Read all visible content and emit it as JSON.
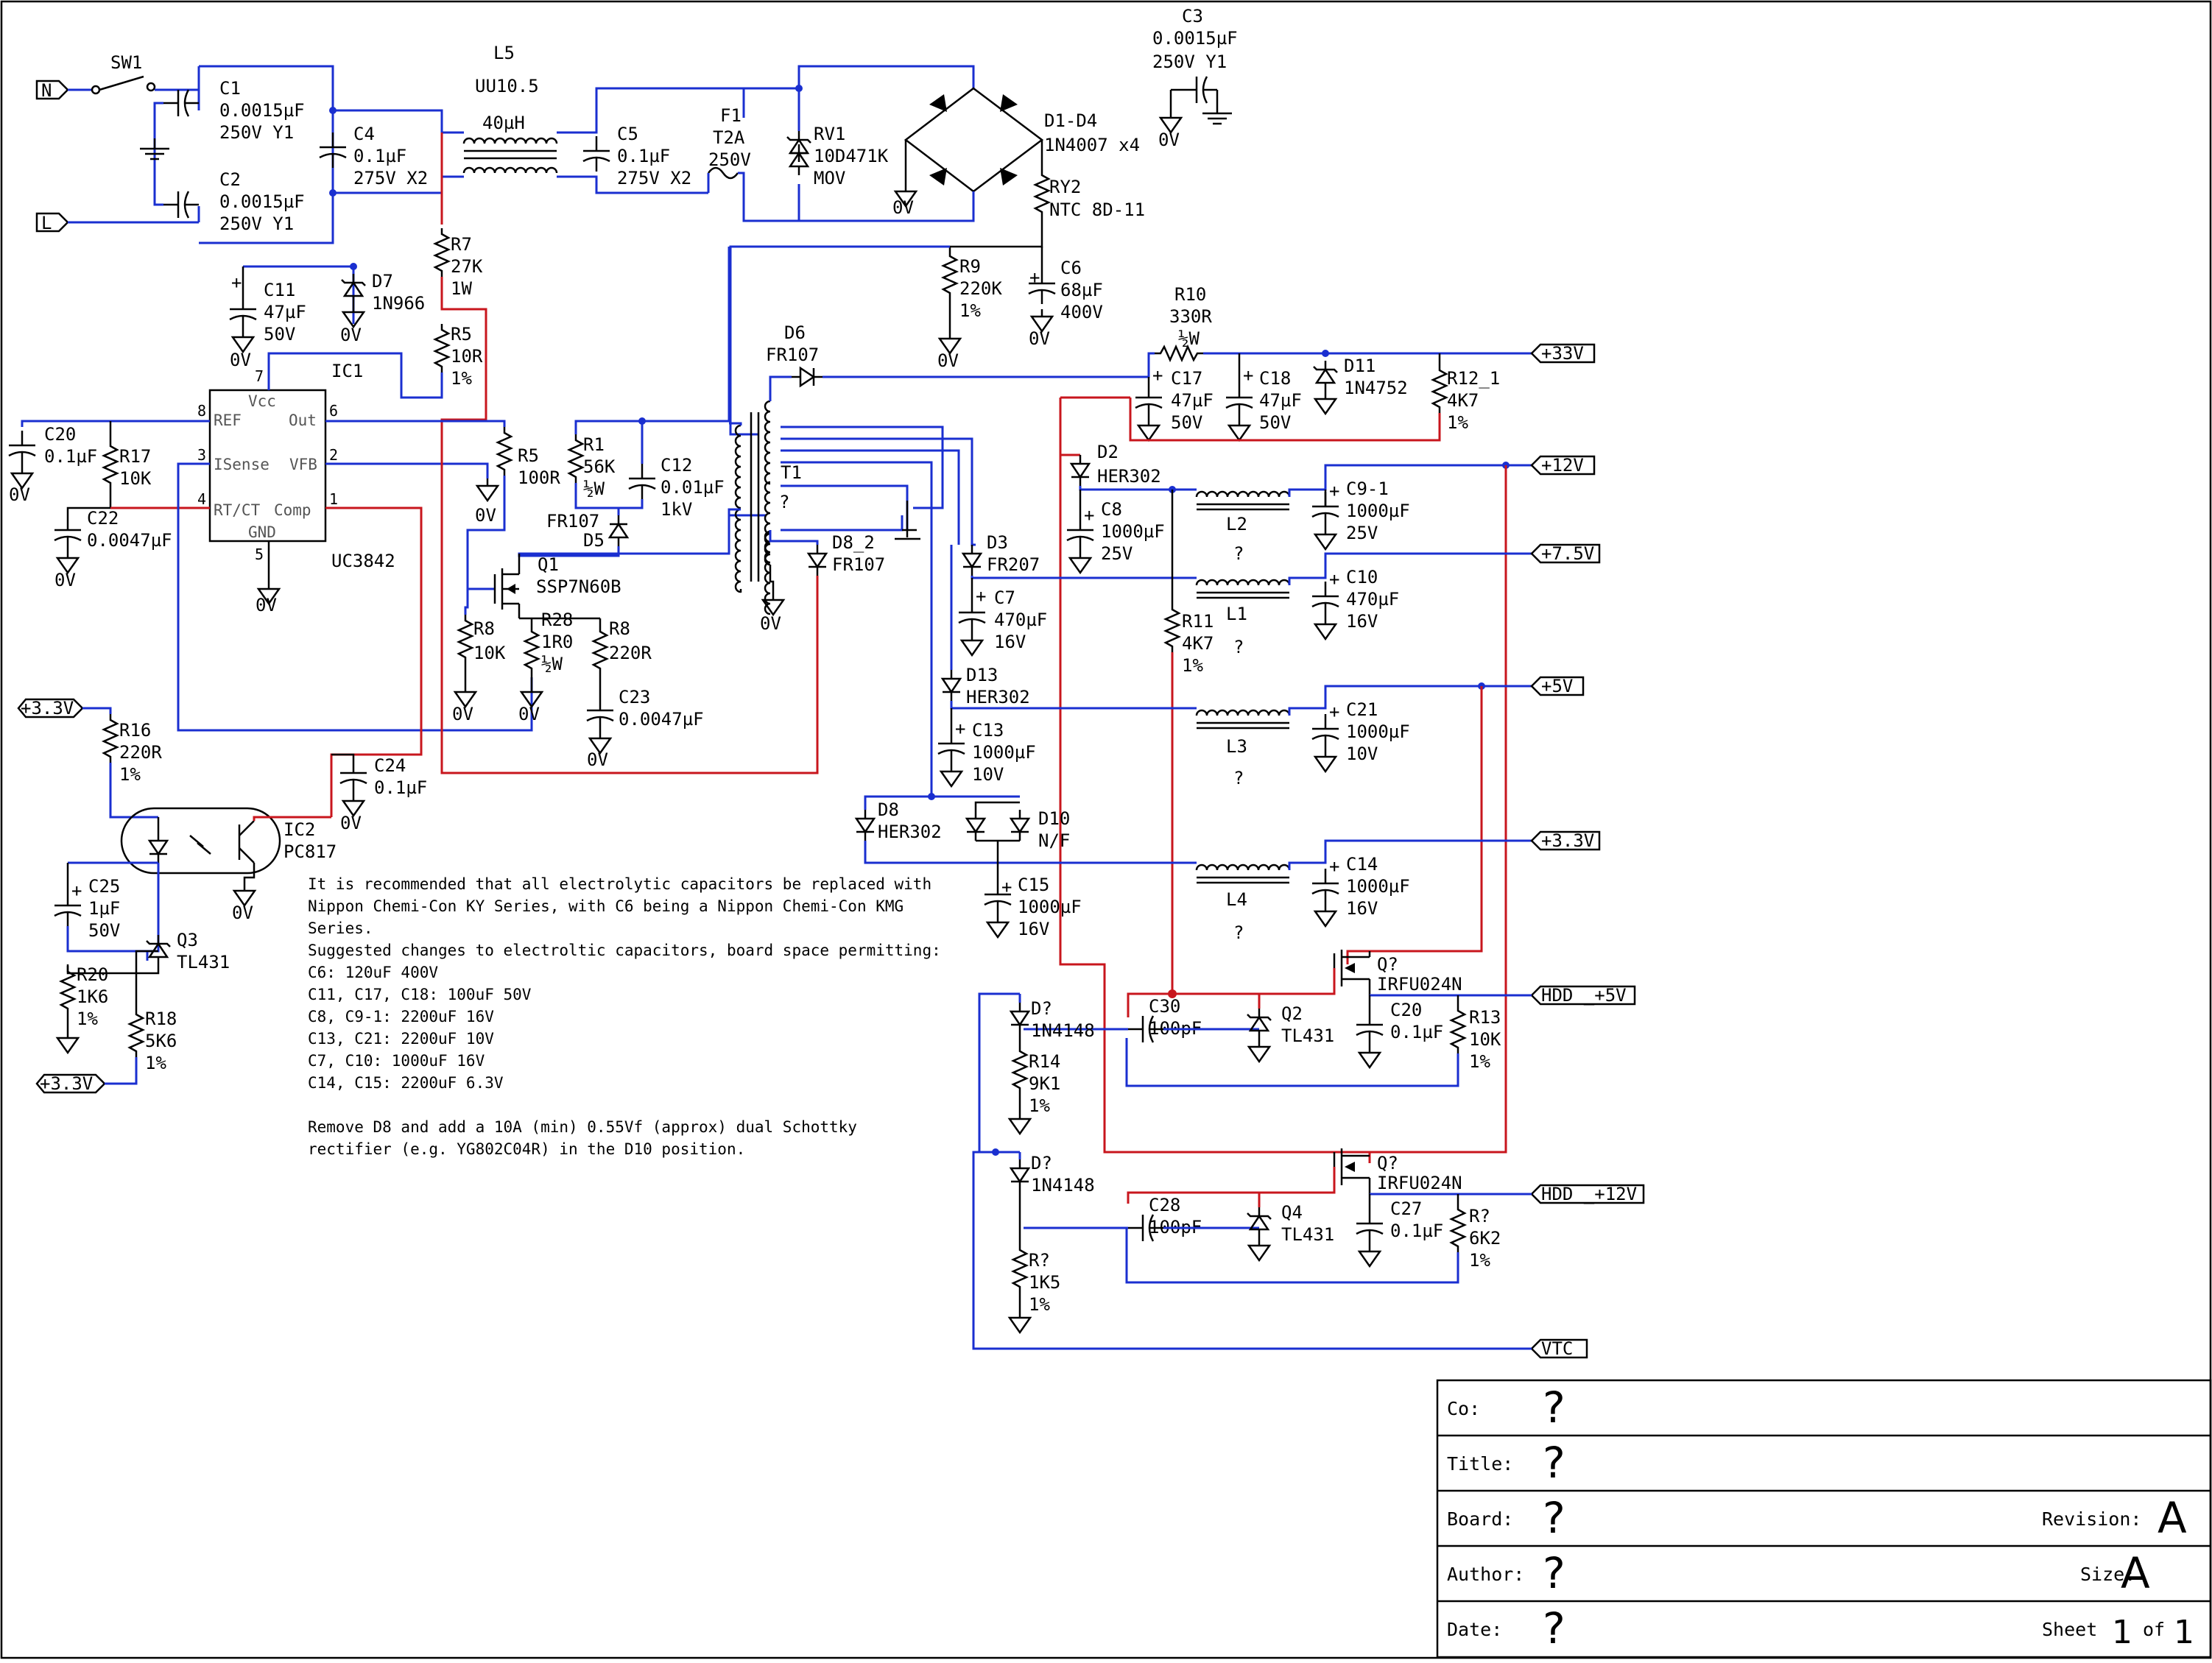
{
  "refs": {
    "SW1": "SW1",
    "C1": "C1",
    "C1v": "0.0015µF",
    "C1r": "250V  Y1",
    "C2": "C2",
    "C2v": "0.0015µF",
    "C2r": "250V  Y1",
    "C3": "C3",
    "C3v": "0.0015µF",
    "C3r": "250V  Y1",
    "C4": "C4",
    "C4v": "0.1µF",
    "C4r": "275V  X2",
    "L5": "L5",
    "L5p": "UU10.5",
    "L5v": "40µH",
    "C5": "C5",
    "C5v": "0.1µF",
    "C5r": "275V  X2",
    "F1": "F1",
    "F1v": "T2A",
    "F1r": "250V",
    "RV1": "RV1",
    "RV1v": "10D471K",
    "RV1t": "MOV",
    "D1": "D1-D4",
    "D1v": "1N4007  x4",
    "RY2": "RY2",
    "RY2v": "NTC  8D-11",
    "R9": "R9",
    "R9v": "220K",
    "R9t": "1%",
    "C6": "C6",
    "C6v": "68µF",
    "C6r": "400V",
    "R7": "R7",
    "R7v": "27K",
    "R7p": "1W",
    "R5a": "R5",
    "R5av": "10R",
    "R5at": "1%",
    "C11": "C11",
    "C11v": "47µF",
    "C11r": "50V",
    "D7": "D7",
    "D7v": "1N966",
    "IC1": "IC1",
    "IC1p": "UC3842",
    "pVcc": "Vcc",
    "pREF": "REF",
    "pOut": "Out",
    "pIS": "ISense",
    "pVFB": "VFB",
    "pRT": "RT/CT",
    "pComp": "Comp",
    "pGND": "GND",
    "n7": "7",
    "n8": "8",
    "n6": "6",
    "n3": "3",
    "n2": "2",
    "n4": "4",
    "n1": "1",
    "n5": "5",
    "C20": "C20",
    "C20v": "0.1µF",
    "R17": "R17",
    "R17v": "10K",
    "C22": "C22",
    "C22v": "0.0047µF",
    "R5b": "R5",
    "R5bv": "100R",
    "R1": "R1",
    "R1v": "56K",
    "R1p": "½W",
    "C12": "C12",
    "C12v": "0.01µF",
    "C12r": "1kV",
    "D5": "D5",
    "D5v": "FR107",
    "Q1": "Q1",
    "Q1v": "SSP7N60B",
    "R8a": "R8",
    "R8av": "10K",
    "R28": "R28",
    "R28v": "1R0",
    "R28p": "½W",
    "R8b": "R8",
    "R8bv": "220R",
    "C23": "C23",
    "C23v": "0.0047µF",
    "D6": "D6",
    "D6v": "FR107",
    "T1": "T1",
    "qT1": "?",
    "D8_2": "D8_2",
    "D8_2v": "FR107",
    "R10": "R10",
    "R10v": "330R",
    "R10p": "½W",
    "C17": "C17",
    "C17v": "47µF",
    "C17r": "50V",
    "C18": "C18",
    "C18v": "47µF",
    "C18r": "50V",
    "D11": "D11",
    "D11v": "1N4752",
    "R12": "R12_1",
    "R12v": "4K7",
    "R12t": "1%",
    "D2": "D2",
    "D2v": "HER302",
    "C8": "C8",
    "C8v": "1000µF",
    "C8r": "25V",
    "L2": "L2",
    "L2q": "?",
    "C9": "C9-1",
    "C9v": "1000µF",
    "C9r": "25V",
    "D3": "D3",
    "D3v": "FR207",
    "C7": "C7",
    "C7v": "470µF",
    "C7r": "16V",
    "R11": "R11",
    "R11v": "4K7",
    "R11t": "1%",
    "L1": "L1",
    "L1q": "?",
    "C10": "C10",
    "C10v": "470µF",
    "C10r": "16V",
    "D13": "D13",
    "D13v": "HER302",
    "C13": "C13",
    "C13v": "1000µF",
    "C13r": "10V",
    "L3": "L3",
    "L3q": "?",
    "C21": "C21",
    "C21v": "1000µF",
    "C21r": "10V",
    "D8": "D8",
    "D8v": "HER302",
    "D10": "D10",
    "D10v": "N/F",
    "C15": "C15",
    "C15v": "1000µF",
    "C15r": "16V",
    "L4": "L4",
    "L4q": "?",
    "C14": "C14",
    "C14v": "1000µF",
    "C14r": "16V",
    "R16": "R16",
    "R16v": "220R",
    "R16t": "1%",
    "C24": "C24",
    "C24v": "0.1µF",
    "IC2": "IC2",
    "IC2v": "PC817",
    "C25": "C25",
    "C25v": "1µF",
    "C25r": "50V",
    "Q3": "Q3",
    "Q3v": "TL431",
    "R20": "R20",
    "R20v": "1K6",
    "R20t": "1%",
    "R18": "R18",
    "R18v": "5K6",
    "R18t": "1%",
    "Qa": "Q?",
    "Qav": "IRFU024N",
    "C20b": "C20",
    "C20bv": "0.1µF",
    "R13": "R13",
    "R13v": "10K",
    "R13t": "1%",
    "C30": "C30",
    "C30v": "100pF",
    "Q2": "Q2",
    "Q2v": "TL431",
    "Da": "D?",
    "Dav": "1N4148",
    "R14": "R14",
    "R14v": "9K1",
    "R14t": "1%",
    "Qb": "Q?",
    "Qbv": "IRFU024N",
    "C27": "C27",
    "C27v": "0.1µF",
    "Rb": "R?",
    "Rbv": "6K2",
    "Rbt": "1%",
    "C28": "C28",
    "C28v": "100pF",
    "Q4": "Q4",
    "Q4v": "TL431",
    "Db": "D?",
    "Dbv": "1N4148",
    "Rc": "R?",
    "Rcv": "1K5",
    "Rct": "1%"
  },
  "gnd": "0V",
  "plus": "+",
  "ports": {
    "N": "N",
    "L": "L",
    "p33": "+33V",
    "p12": "+12V",
    "p75": "+7.5V",
    "p5": "+5V",
    "p33b": "+3.3V",
    "hdd5": "HDD _+5V",
    "hdd12": "HDD _+12V",
    "vtc": "VTC",
    "in33a": "+3.3V",
    "in33b": "+3.3V"
  },
  "note": [
    "It is recommended that all electrolytic capacitors be replaced with",
    "Nippon Chemi-Con KY Series, with C6 being a Nippon Chemi-Con KMG",
    "Series.",
    "Suggested changes to electroltic capacitors, board space permitting:",
    "C6: 120uF 400V",
    "C11, C17, C18: 100uF 50V",
    "C8, C9-1: 2200uF 16V",
    "C13, C21: 2200uF 10V",
    "C7, C10: 1000uF 16V",
    "C14, C15: 2200uF 6.3V",
    "",
    "Remove D8 and add a 10A (min) 0.55Vf (approx) dual Schottky",
    "rectifier (e.g. YG802C04R) in the D10 position."
  ],
  "titleblock": {
    "co_label": "Co:",
    "co_value": "?",
    "title_label": "Title:",
    "title_value": "?",
    "board_label": "Board:",
    "board_value": "?",
    "revision_label": "Revision:",
    "revision_value": "A",
    "author_label": "Author:",
    "author_value": "?",
    "size_label": "Size:",
    "size_value": "A",
    "date_label": "Date:",
    "date_value": "?",
    "sheet_label": "Sheet",
    "sheet_num": "1",
    "of_label": "of",
    "sheet_total": "1"
  }
}
